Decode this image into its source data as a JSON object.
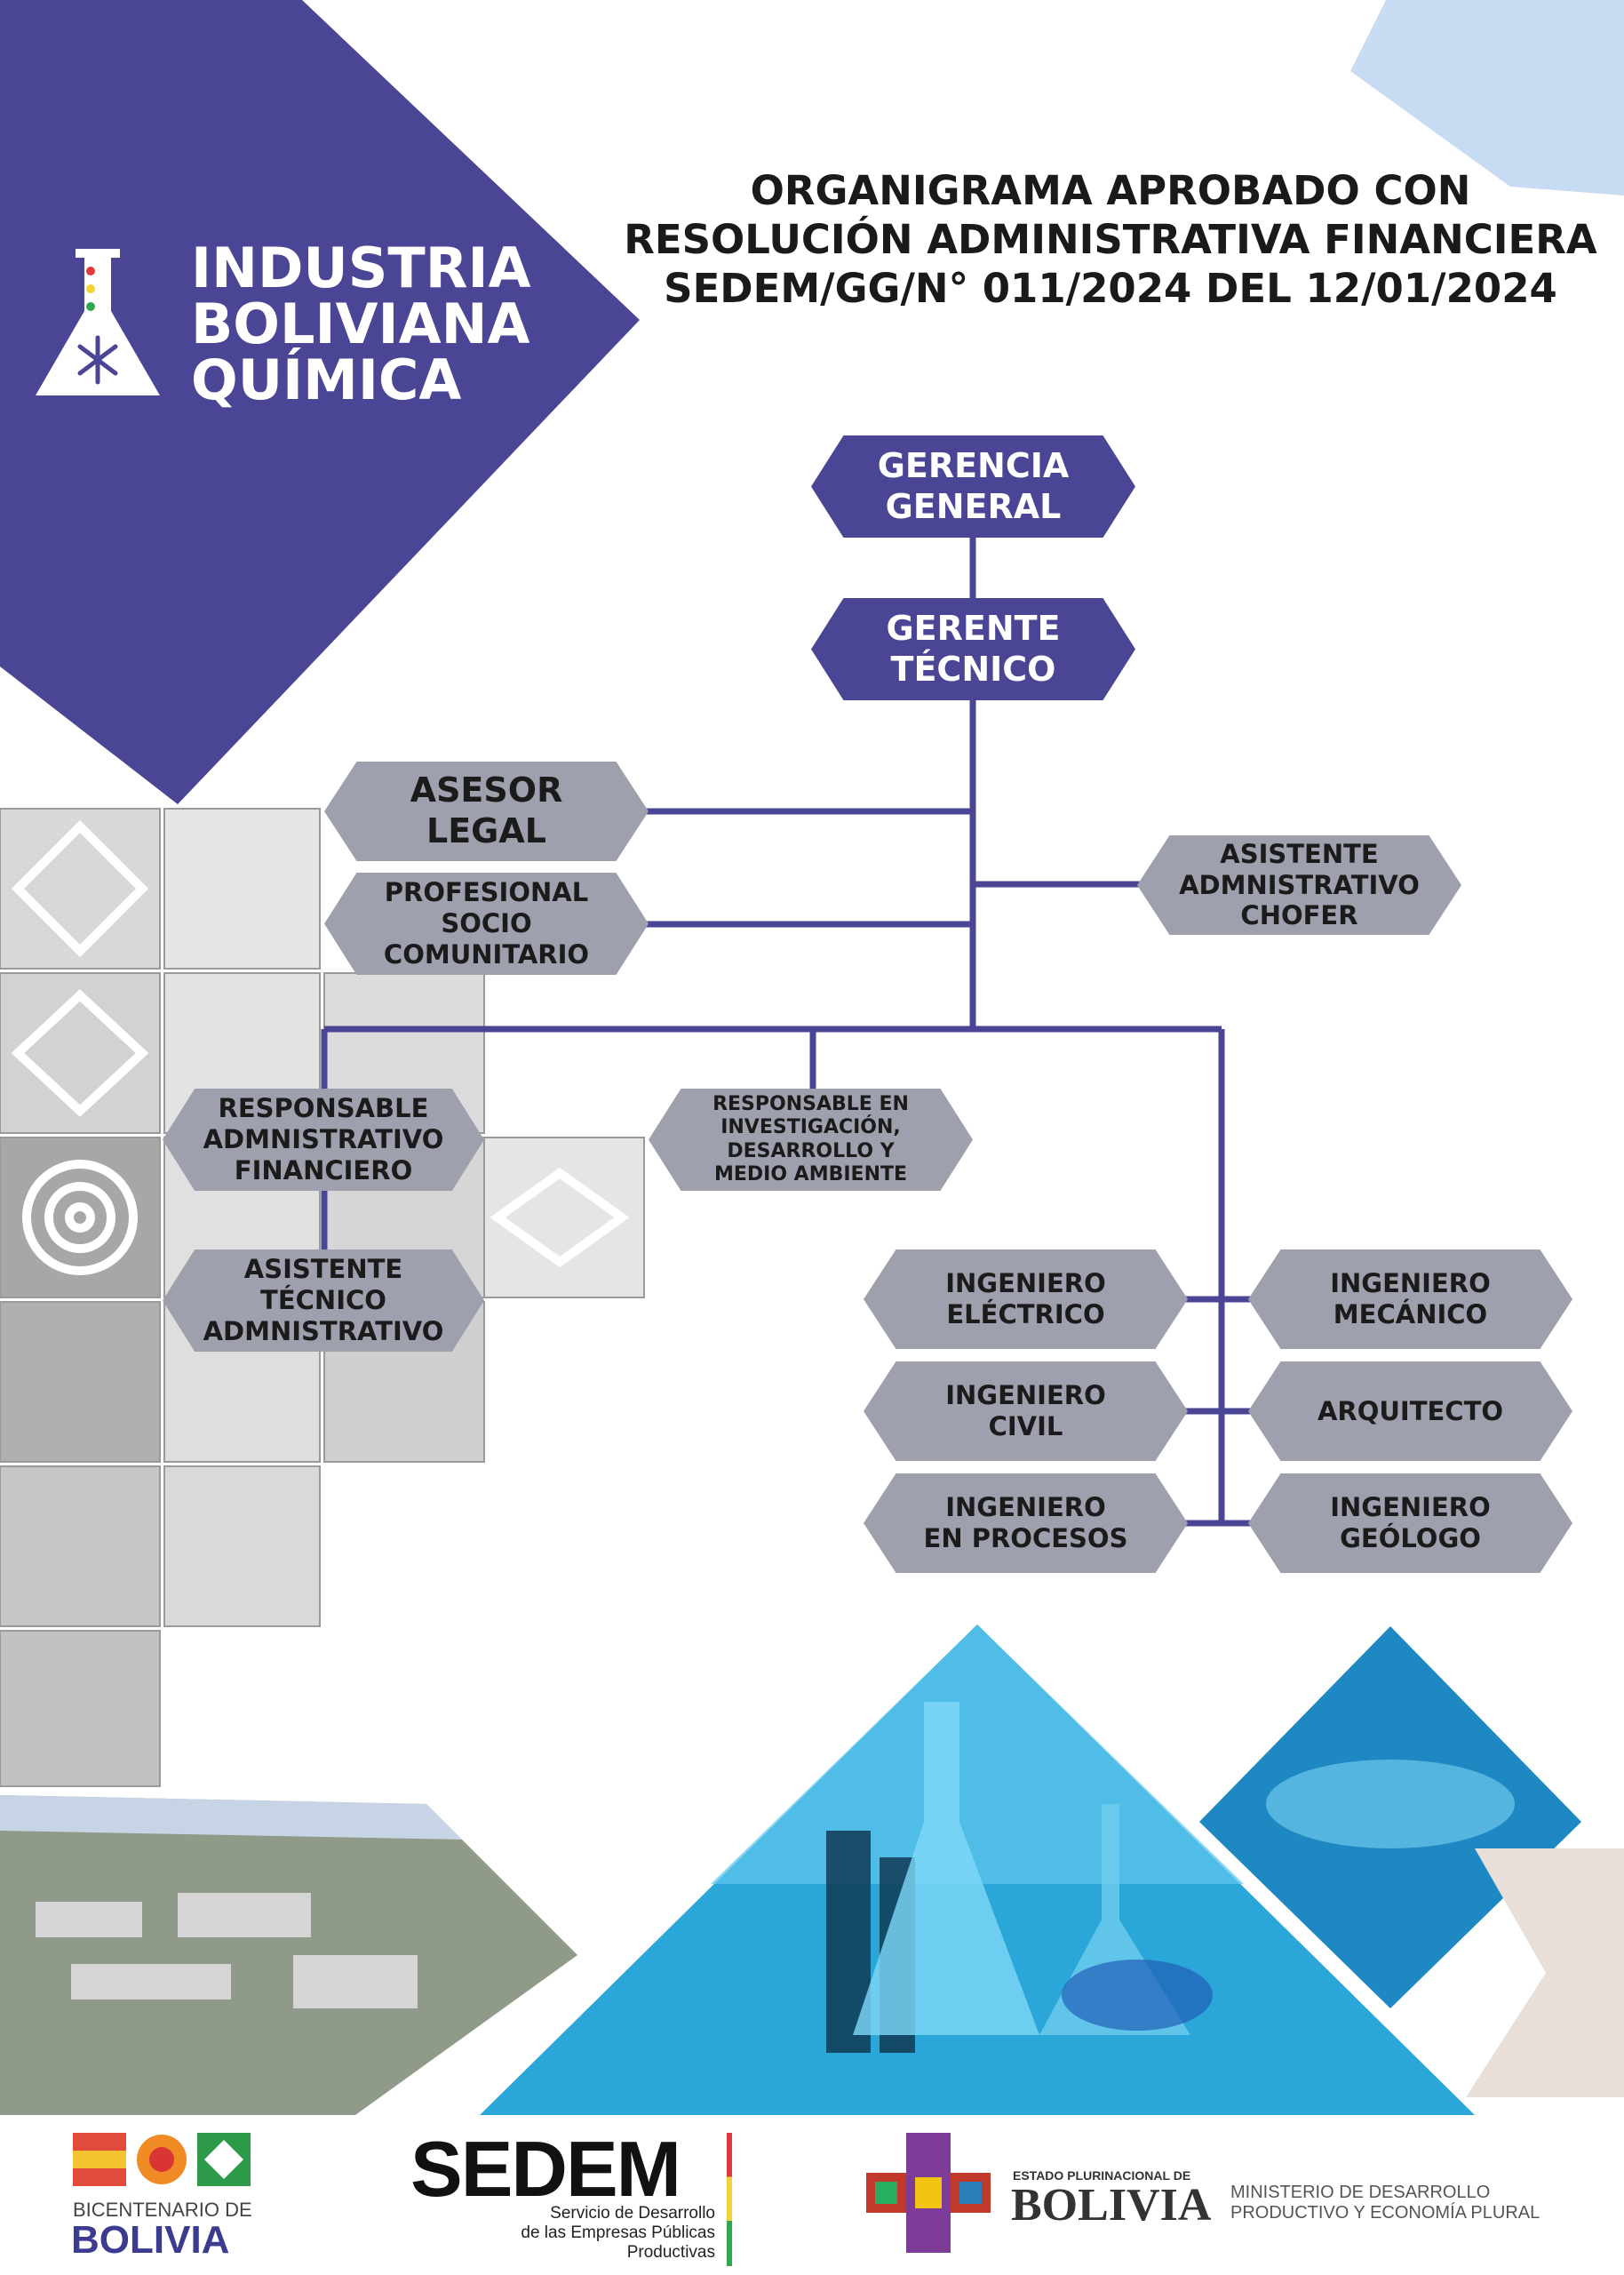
{
  "title": "ORGANIGRAMA APROBADO CON\nRESOLUCIÓN ADMINISTRATIVA FINANCIERA\nSEDEM/GG/N° 011/2024 DEL 12/01/2024",
  "brand": {
    "line1": "INDUSTRIA",
    "line2": "BOLIVIANA",
    "line3": "QUÍMICA",
    "icon": "flask-icon"
  },
  "colors": {
    "primary": "#4b4595",
    "node_grey": "#9fa0ae",
    "line": "#4b4595",
    "accent_light": "#c7dbf2",
    "pattern_grey": "#b5b5b5"
  },
  "nodes": {
    "gerencia_general": "GERENCIA\nGENERAL",
    "gerente_tecnico": "GERENTE\nTÉCNICO",
    "asesor_legal": "ASESOR\nLEGAL",
    "profesional_socio": "PROFESIONAL\nSOCIO\nCOMUNITARIO",
    "asistente_admin_chofer": "ASISTENTE\nADMNISTRATIVO\nCHOFER",
    "responsable_adm_fin": "RESPONSABLE\nADMNISTRATIVO\nFINANCIERO",
    "responsable_investigacion": "RESPONSABLE EN\nINVESTIGACIÓN,\nDESARROLLO Y\nMEDIO AMBIENTE",
    "asistente_tecnico_adm": "ASISTENTE\nTÉCNICO\nADMNISTRATIVO",
    "ing_electrico": "INGENIERO\nELÉCTRICO",
    "ing_mecanico": "INGENIERO\nMECÁNICO",
    "ing_civil": "INGENIERO\nCIVIL",
    "arquitecto": "ARQUITECTO",
    "ing_procesos": "INGENIERO\nEN PROCESOS",
    "ing_geologo": "INGENIERO\nGEÓLOGO"
  },
  "footer": {
    "bicentenario_line1": "BICENTENARIO DE",
    "bicentenario_line2": "BOLIVIA",
    "sedem": "SEDEM",
    "sedem_sub": "Servicio de Desarrollo\nde las Empresas Públicas\nProductivas",
    "estado": "ESTADO PLURINACIONAL DE",
    "bolivia": "BOLIVIA",
    "ministerio": "MINISTERIO DE DESARROLLO\nPRODUCTIVO Y ECONOMÍA PLURAL"
  }
}
